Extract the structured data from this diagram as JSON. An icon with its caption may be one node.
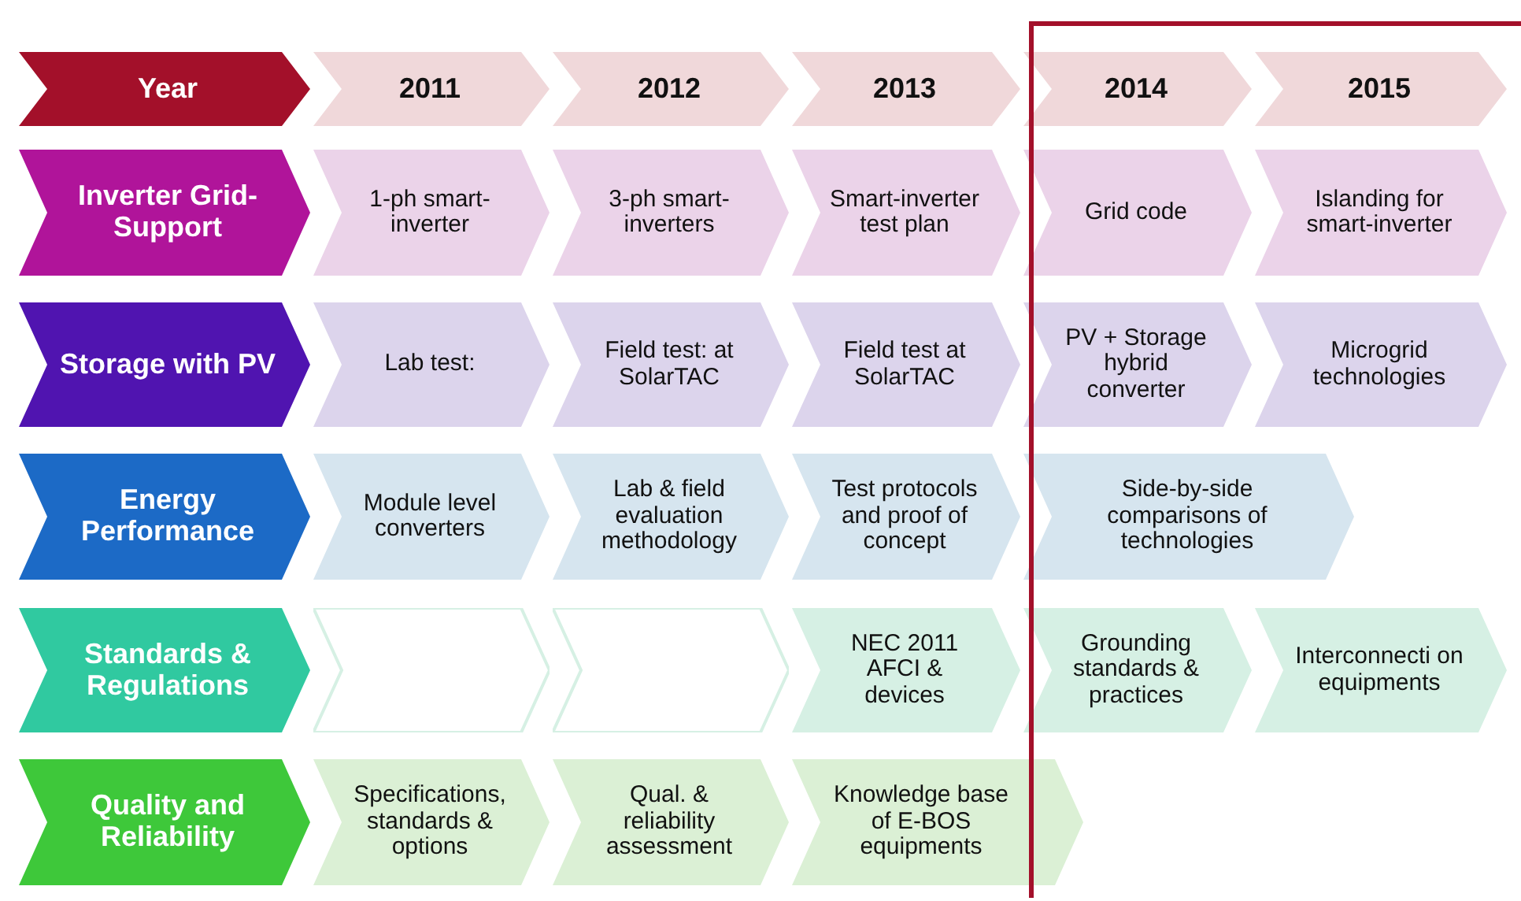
{
  "diagram": {
    "nodes": [
      {
        "text": [
          "Year"
        ]
      },
      {
        "text": [
          "2011"
        ]
      },
      {
        "text": [
          "2012"
        ]
      },
      {
        "text": [
          "2013"
        ]
      },
      {
        "text": [
          "2014"
        ]
      },
      {
        "text": [
          "2015"
        ]
      },
      {
        "text": [
          "Inverter Grid-Support"
        ]
      },
      {
        "text": [
          "1-ph smart-inverter"
        ]
      },
      {
        "text": [
          "3-ph smart-inverters"
        ]
      },
      {
        "text": [
          "Smart-inverter test plan"
        ]
      },
      {
        "text": [
          "Grid code"
        ]
      },
      {
        "text": [
          "Islanding for smart-inverter"
        ]
      },
      {
        "text": [
          "Storage with PV"
        ]
      },
      {
        "text": [
          "Lab test:"
        ]
      },
      {
        "text": [
          "Field test: at SolarTAC"
        ]
      },
      {
        "text": [
          "Field test at SolarTAC"
        ]
      },
      {
        "text": [
          "PV + Storage hybrid converter"
        ]
      },
      {
        "text": [
          "Microgrid technologies"
        ]
      },
      {
        "text": [
          "Energy Performance"
        ]
      },
      {
        "text": [
          "Module level converters"
        ]
      },
      {
        "text": [
          "Lab & field evaluation methodology"
        ]
      },
      {
        "text": [
          "Test protocols and proof of concept"
        ]
      },
      {
        "text": [
          "Side-by-side comparisons of technologies"
        ]
      },
      {
        "text": [
          "Standards & Regulations"
        ]
      },
      {
        "text": [],
        "shape": "chevron"
      },
      {
        "text": [],
        "shape": "chevron"
      },
      {
        "text": [
          "NEC 2011 AFCI & devices"
        ]
      },
      {
        "text": [
          "Grounding standards & practices"
        ]
      },
      {
        "text": [
          "Interconnecti on equipments"
        ]
      },
      {
        "text": [
          "Quality and Reliability"
        ]
      },
      {
        "text": [
          "Specifications, standards & options"
        ]
      },
      {
        "text": [
          "Qual. & reliability assessment"
        ]
      },
      {
        "text": [
          "Knowledge base of E-BOS equipments"
        ]
      }
    ]
  }
}
